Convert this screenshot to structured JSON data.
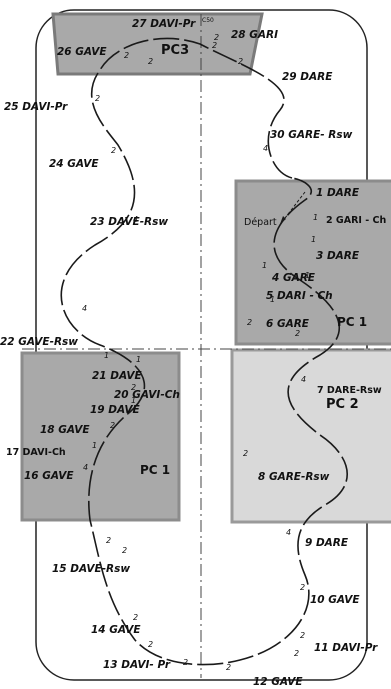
{
  "colors": {
    "zone_dark": "#a9a9a9",
    "zone_light": "#d9d9d9",
    "line": "#1a1a1a",
    "background": "#ffffff"
  },
  "zones": {
    "pc3": {
      "label": "PC3",
      "tag": "C50",
      "number": "2"
    },
    "pc1_right": {
      "label": "PC 1"
    },
    "pc2": {
      "label": "PC 2"
    },
    "pc1_left": {
      "label": "PC 1"
    }
  },
  "start_label": "Départ",
  "labels": {
    "l28": "28 GARI",
    "l27": "27 DAVI-Pr",
    "l26": "26 GAVE",
    "l29": "29 DARE",
    "l25": "25 DAVI-Pr",
    "l30": "30 GARE- Rsw",
    "l24": "24 GAVE",
    "l23": "23 DAVE-Rsw",
    "l1": "1 DARE",
    "l2": "2 GARI - Ch",
    "l3": "3 DARE",
    "l4": "4 GARE",
    "l5": "5 DARI - Ch",
    "l6": "6 GARE",
    "l22": "22 GAVE-Rsw",
    "l21": "21 DAVE",
    "l20": "20 GAVI-Ch",
    "l19": "19 DAVE",
    "l18": "18 GAVE",
    "l17": "17 DAVI-Ch",
    "l16": "16 GAVE",
    "l7": "7 DARE-Rsw",
    "l8": "8 GARE-Rsw",
    "l9": "9 DARE",
    "l15": "15 DAVE-Rsw",
    "l10": "10 GAVE",
    "l14": "14 GAVE",
    "l11": "11 DAVI-Pr",
    "l13": "13 DAVI- Pr",
    "l12": "12 GAVE"
  },
  "marks": {
    "m1": "2",
    "m2": "2",
    "m3": "2",
    "m4": "2",
    "m5": "4",
    "m6": "2",
    "m7": "2",
    "m8": "4",
    "m9": "4",
    "m10": "1",
    "m11": "1",
    "m12": "1",
    "m13": "1",
    "m14": "1",
    "m15": "2",
    "m16": "2",
    "m17": "1",
    "m18": "1",
    "m19": "1",
    "m20": "2",
    "m21": "2",
    "m22": "1",
    "m23": "4",
    "m24": "4",
    "m25": "2",
    "m26": "4",
    "m27": "2",
    "m28": "2",
    "m29": "2",
    "m30": "2",
    "m31": "2",
    "m32": "2",
    "m33": "2",
    "m34": "2",
    "m35": "2"
  }
}
